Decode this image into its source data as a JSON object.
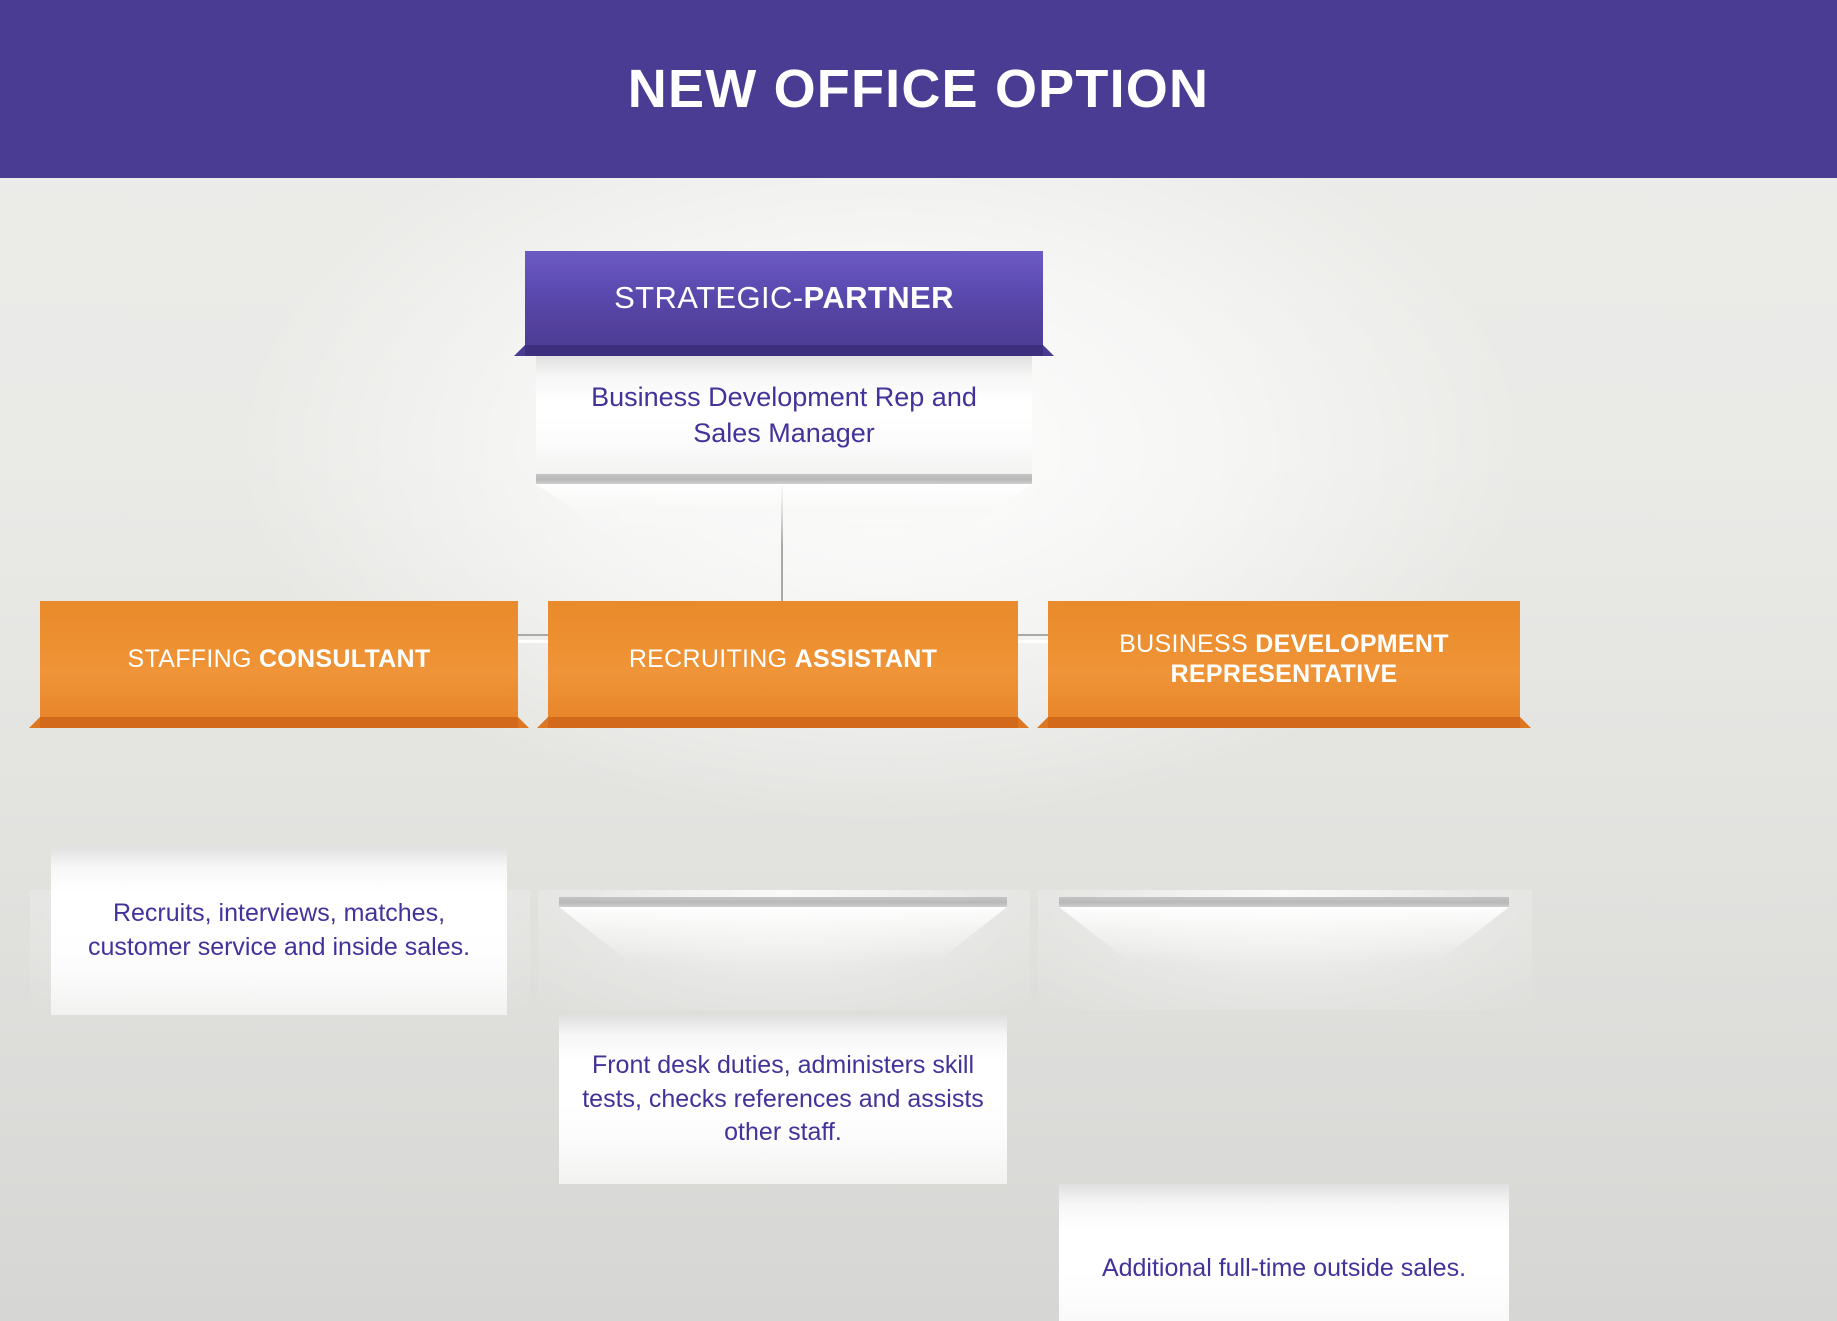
{
  "header": {
    "title": "NEW OFFICE OPTION",
    "background_color": "#4b3c93",
    "title_color": "#ffffff"
  },
  "theme": {
    "root_color": "#5b4ab0",
    "child_color": "#ec8f30",
    "body_text_color": "#42339a",
    "canvas_color": "#e8e8e6",
    "connector_color": "#a9a9a7"
  },
  "chart_data": {
    "type": "diagram",
    "diagram_type": "org-chart",
    "title": "NEW OFFICE OPTION",
    "levels": 2,
    "nodes": [
      {
        "id": "root",
        "level": 0,
        "title_regular": "STRATEGIC-",
        "title_bold": "PARTNER",
        "title_full": "STRATEGIC-PARTNER",
        "description": "Business Development Rep and Sales Manager",
        "header_color": "#5b4ab0",
        "children": [
          "c1",
          "c2",
          "c3"
        ]
      },
      {
        "id": "c1",
        "level": 1,
        "title_regular": "STAFFING ",
        "title_bold": "CONSULTANT",
        "title_full": "STAFFING CONSULTANT",
        "description": "Recruits, interviews, matches, customer service and inside sales.",
        "header_color": "#ec8f30",
        "parent": "root"
      },
      {
        "id": "c2",
        "level": 1,
        "title_regular": "RECRUITING ",
        "title_bold": "ASSISTANT",
        "title_full": "RECRUITING ASSISTANT",
        "description": "Front desk duties, administers skill tests, checks references and assists other staff.",
        "header_color": "#ec8f30",
        "parent": "root"
      },
      {
        "id": "c3",
        "level": 1,
        "title_regular": "BUSINESS ",
        "title_bold": "DEVELOPMENT REPRESENTATIVE",
        "title_full": "BUSINESS DEVELOPMENT REPRESENTATIVE",
        "description": "Additional full-time outside sales.",
        "header_color": "#ec8f30",
        "parent": "root"
      }
    ],
    "edges": [
      {
        "from": "root",
        "to": "c1"
      },
      {
        "from": "root",
        "to": "c2"
      },
      {
        "from": "root",
        "to": "c3"
      }
    ]
  }
}
